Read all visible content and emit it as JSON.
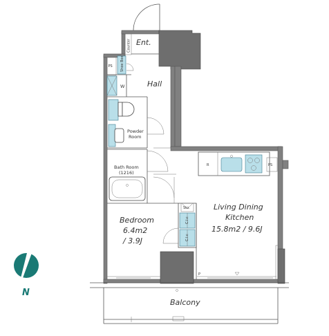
{
  "rooms": {
    "entrance": "Ent.",
    "hall": "Hall",
    "powder_room": "Powder\nRoom",
    "bath_room": "Bath Room\n(1216)",
    "bedroom_name": "Bedroom",
    "bedroom_area": "6.4m2",
    "bedroom_tatami": "/ 3.9J",
    "ldk_name": "Living Dining",
    "ldk_name2": "Kitchen",
    "ldk_area": "15.8m2 / 9.6J",
    "balcony": "Balcony"
  },
  "fixtures": {
    "counter": "Counter",
    "shoe_box": "Shoe Box",
    "ps_left": "PS",
    "ps_right": "PS",
    "washer": "W",
    "refrigerator": "R",
    "storage": "Sto.",
    "closet_1": "C.l.c",
    "closet_2": "C.l.c",
    "pipe": "P"
  },
  "compass": {
    "label": "N",
    "color": "#1a7a75"
  },
  "colors": {
    "wall": "#808080",
    "storage_fill": "#b9dfe9"
  }
}
